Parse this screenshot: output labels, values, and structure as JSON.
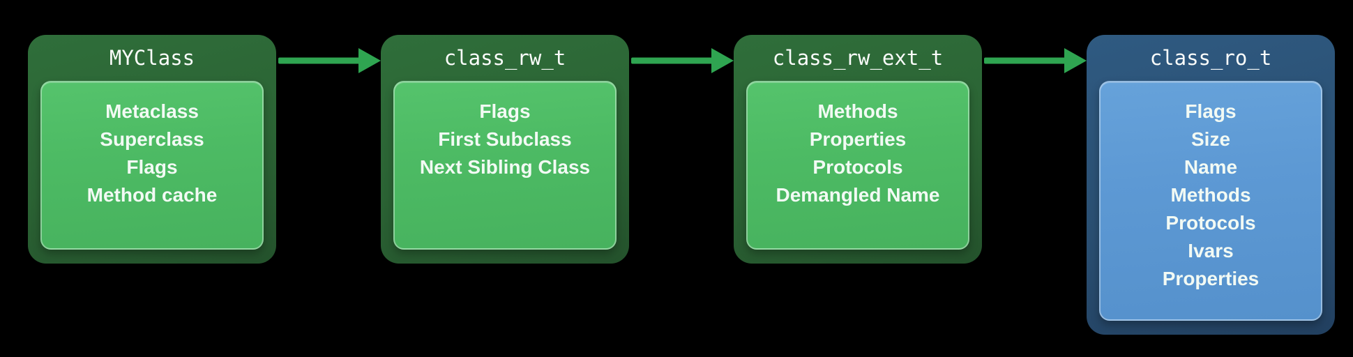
{
  "colors": {
    "background": "#000000",
    "green-outer": "#2b6334",
    "green-inner": "#4dbb64",
    "blue-outer": "#2a4f72",
    "blue-inner": "#5d99d4",
    "arrow": "#2fa551",
    "text": "#f2faf4"
  },
  "diagram": {
    "nodes": [
      {
        "title": "MYClass",
        "color_scheme": "green",
        "items": [
          "Metaclass",
          "Superclass",
          "Flags",
          "Method cache"
        ]
      },
      {
        "title": "class_rw_t",
        "color_scheme": "green",
        "items": [
          "Flags",
          "First Subclass",
          "Next Sibling Class"
        ]
      },
      {
        "title": "class_rw_ext_t",
        "color_scheme": "green",
        "items": [
          "Methods",
          "Properties",
          "Protocols",
          "Demangled Name"
        ]
      },
      {
        "title": "class_ro_t",
        "color_scheme": "blue",
        "items": [
          "Flags",
          "Size",
          "Name",
          "Methods",
          "Protocols",
          "Ivars",
          "Properties"
        ]
      }
    ],
    "arrows": [
      {
        "from": "MYClass",
        "to": "class_rw_t"
      },
      {
        "from": "class_rw_t",
        "to": "class_rw_ext_t"
      },
      {
        "from": "class_rw_ext_t",
        "to": "class_ro_t"
      }
    ]
  }
}
